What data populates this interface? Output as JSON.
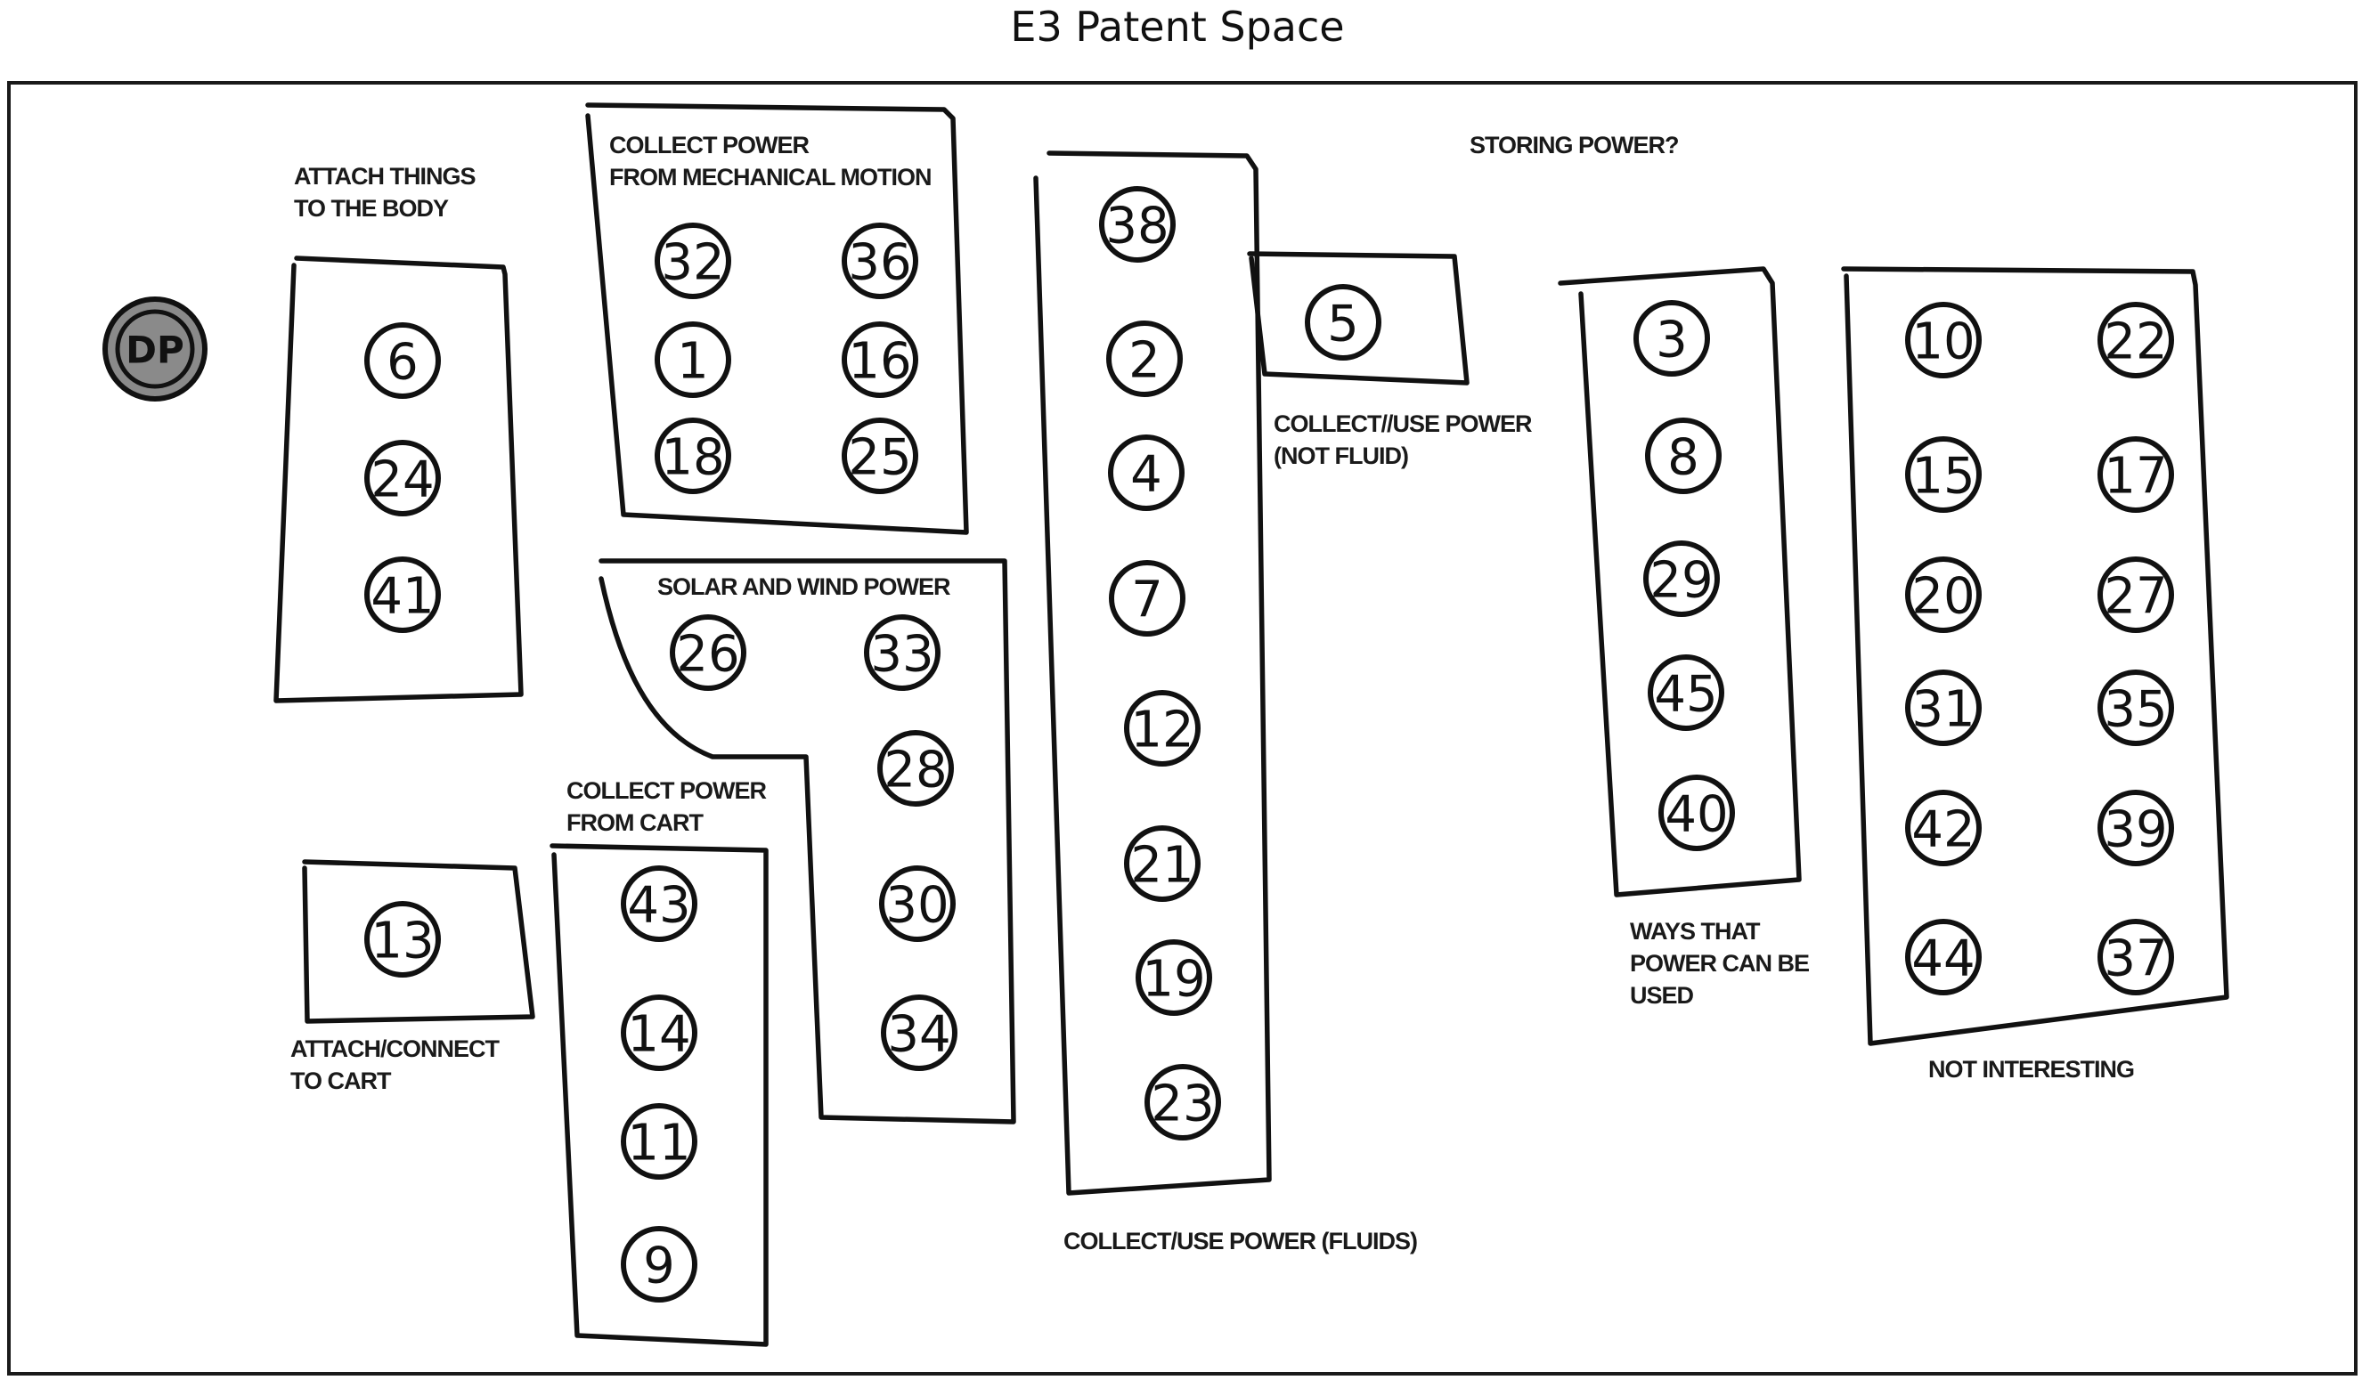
{
  "title": "E3 Patent Space",
  "dp_marker": "DP",
  "groups": {
    "attach_body": {
      "label": [
        "ATTACH THINGS",
        "TO THE BODY"
      ],
      "items": [
        "6",
        "24",
        "41"
      ]
    },
    "mechanical": {
      "label": [
        "COLLECT POWER",
        "FROM MECHANICAL MOTION"
      ],
      "items": [
        "32",
        "36",
        "1",
        "16",
        "18",
        "25"
      ]
    },
    "solar_wind": {
      "label": [
        "SOLAR AND WIND POWER"
      ],
      "items": [
        "26",
        "33",
        "28",
        "30",
        "34"
      ]
    },
    "fluids": {
      "label": [
        "COLLECT/USE POWER (FLUIDS)"
      ],
      "items": [
        "38",
        "2",
        "4",
        "7",
        "12",
        "21",
        "19",
        "23"
      ]
    },
    "not_fluid": {
      "label": [
        "COLLECT//USE POWER",
        "(NOT FLUID)"
      ],
      "items": [
        "5"
      ]
    },
    "storing": {
      "label": [
        "STORING POWER?"
      ]
    },
    "ways_used": {
      "label": [
        "WAYS THAT",
        "POWER CAN BE",
        "USED"
      ],
      "items": [
        "3",
        "8",
        "29",
        "45",
        "40"
      ]
    },
    "not_interesting": {
      "label": [
        "NOT INTERESTING"
      ],
      "items": [
        "10",
        "22",
        "15",
        "17",
        "20",
        "27",
        "31",
        "35",
        "42",
        "39",
        "44",
        "37"
      ]
    },
    "attach_cart": {
      "label": [
        "ATTACH/CONNECT",
        "TO CART"
      ],
      "items": [
        "13"
      ]
    },
    "from_cart": {
      "label": [
        "COLLECT POWER",
        "FROM CART"
      ],
      "items": [
        "43",
        "14",
        "11",
        "9"
      ]
    }
  }
}
